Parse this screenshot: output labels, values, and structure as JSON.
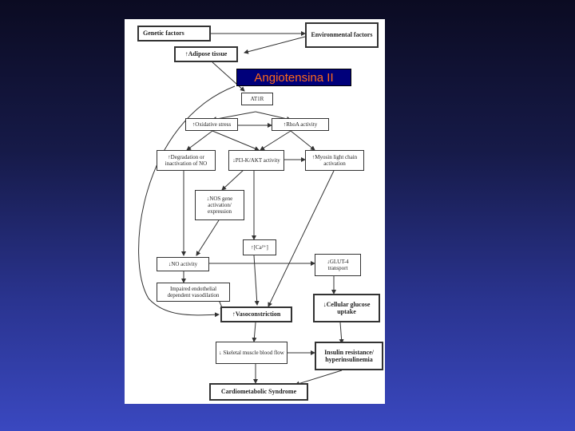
{
  "header": {
    "overlay_label": "Angiotensina II"
  },
  "boxes": {
    "genetic_factors": "Genetic factors",
    "environmental_factors": "Environmental factors",
    "adipose_tissue": "↑Adipose tissue",
    "at1r": "AT1R",
    "oxidative_stress": "↑Oxidative stress",
    "rhoa_activity": "↑RhoA activity",
    "degradation_no": "↑Degradation or inactivation of NO",
    "pi3k_akt": "↓PI3-K/AKT activity",
    "myosin_light_chain": "↑Myosin light chain activation",
    "nos_gene": "↓NOS gene activation/ expression",
    "calcium": "↑[Ca²⁺]",
    "no_activity": "↓NO activity",
    "glut4": "↓GLUT-4 transport",
    "impaired_endothelial": "Impaired endothelial dependent vasodilation",
    "cellular_glucose": "↓Cellular glucose uptake",
    "vasoconstriction": "↑Vasoconstriction",
    "skeletal_muscle": "↓ Skeletal muscle blood flow",
    "insulin_resistance": "Insulin resistance/ hyperinsulinemia",
    "cardiometabolic": "Cardiometabolic Syndrome"
  },
  "colors": {
    "overlay_bg": "#00007a",
    "overlay_text": "#ff6a1a",
    "line": "#333333"
  }
}
